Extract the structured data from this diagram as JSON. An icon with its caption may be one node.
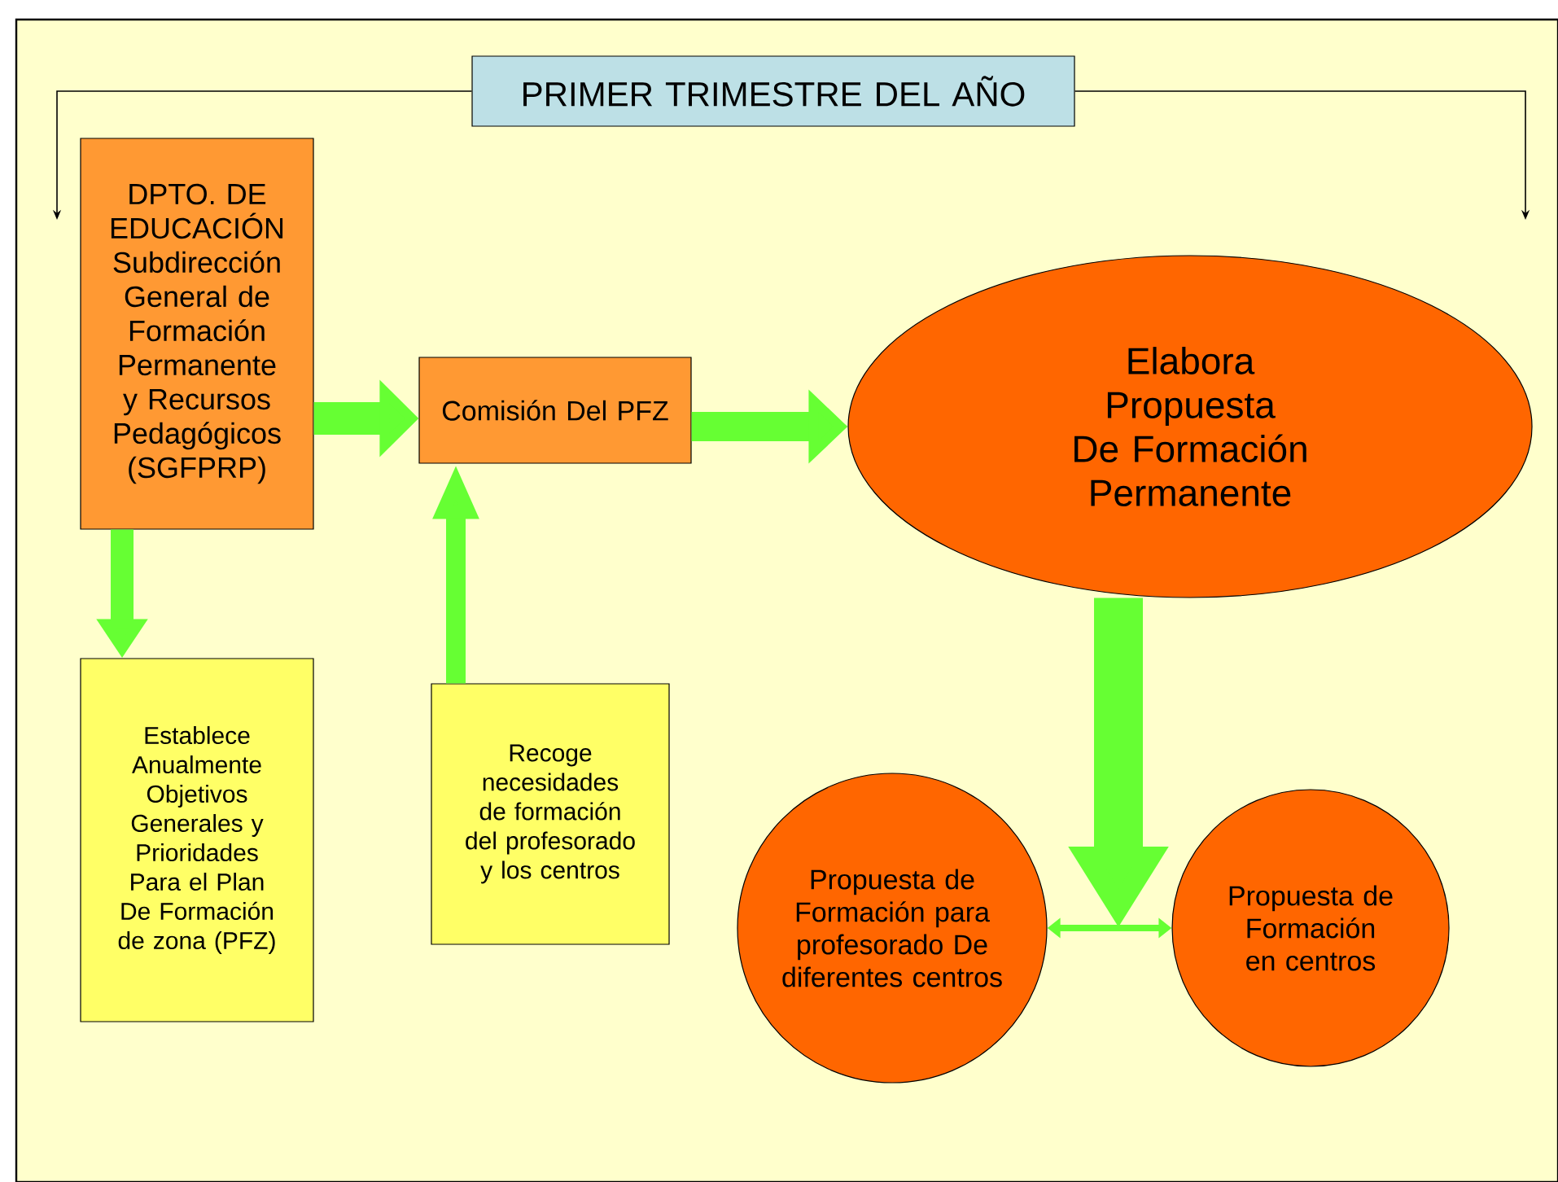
{
  "diagram": {
    "nodes": [
      {
        "text": [
          "PRIMER TRIMESTRE DEL AÑO"
        ]
      },
      {
        "text": [
          "DPTO. DE EDUCACIÓN",
          "Subdirección General de Formación Permanente y Recursos Pedagógicos (SGFPRP)"
        ]
      },
      {
        "text": [
          "Comisión Del PFZ"
        ]
      },
      {
        "text": [
          "Elabora Propuesta De Formación Permanente"
        ]
      },
      {
        "text": [
          "Establece Anualmente Objetivos Generales y Prioridades Para el Plan De Formación de zona (PFZ)"
        ]
      },
      {
        "text": [
          "Recoge necesidades de formación del profesorado y los centros"
        ]
      },
      {
        "text": [
          "Propuesta de Formación para profesorado De diferentes centros"
        ]
      },
      {
        "text": [
          "Propuesta de Formación en centros"
        ]
      }
    ],
    "edges": [
      {
        "from": 0,
        "to": null,
        "arrow": "to",
        "color": "#000000"
      },
      {
        "from": 0,
        "to": null,
        "arrow": "to",
        "color": "#000000"
      },
      {
        "from": 1,
        "to": 2,
        "arrow": "to"
      },
      {
        "from": 2,
        "to": 3,
        "arrow": "to"
      },
      {
        "from": 1,
        "to": 4,
        "arrow": "to"
      },
      {
        "from": 5,
        "to": 2,
        "arrow": "to"
      },
      {
        "from": 3,
        "to": null,
        "arrow": "to",
        "style": "thick"
      },
      {
        "from": 6,
        "to": 7,
        "arrow": "both"
      }
    ]
  }
}
